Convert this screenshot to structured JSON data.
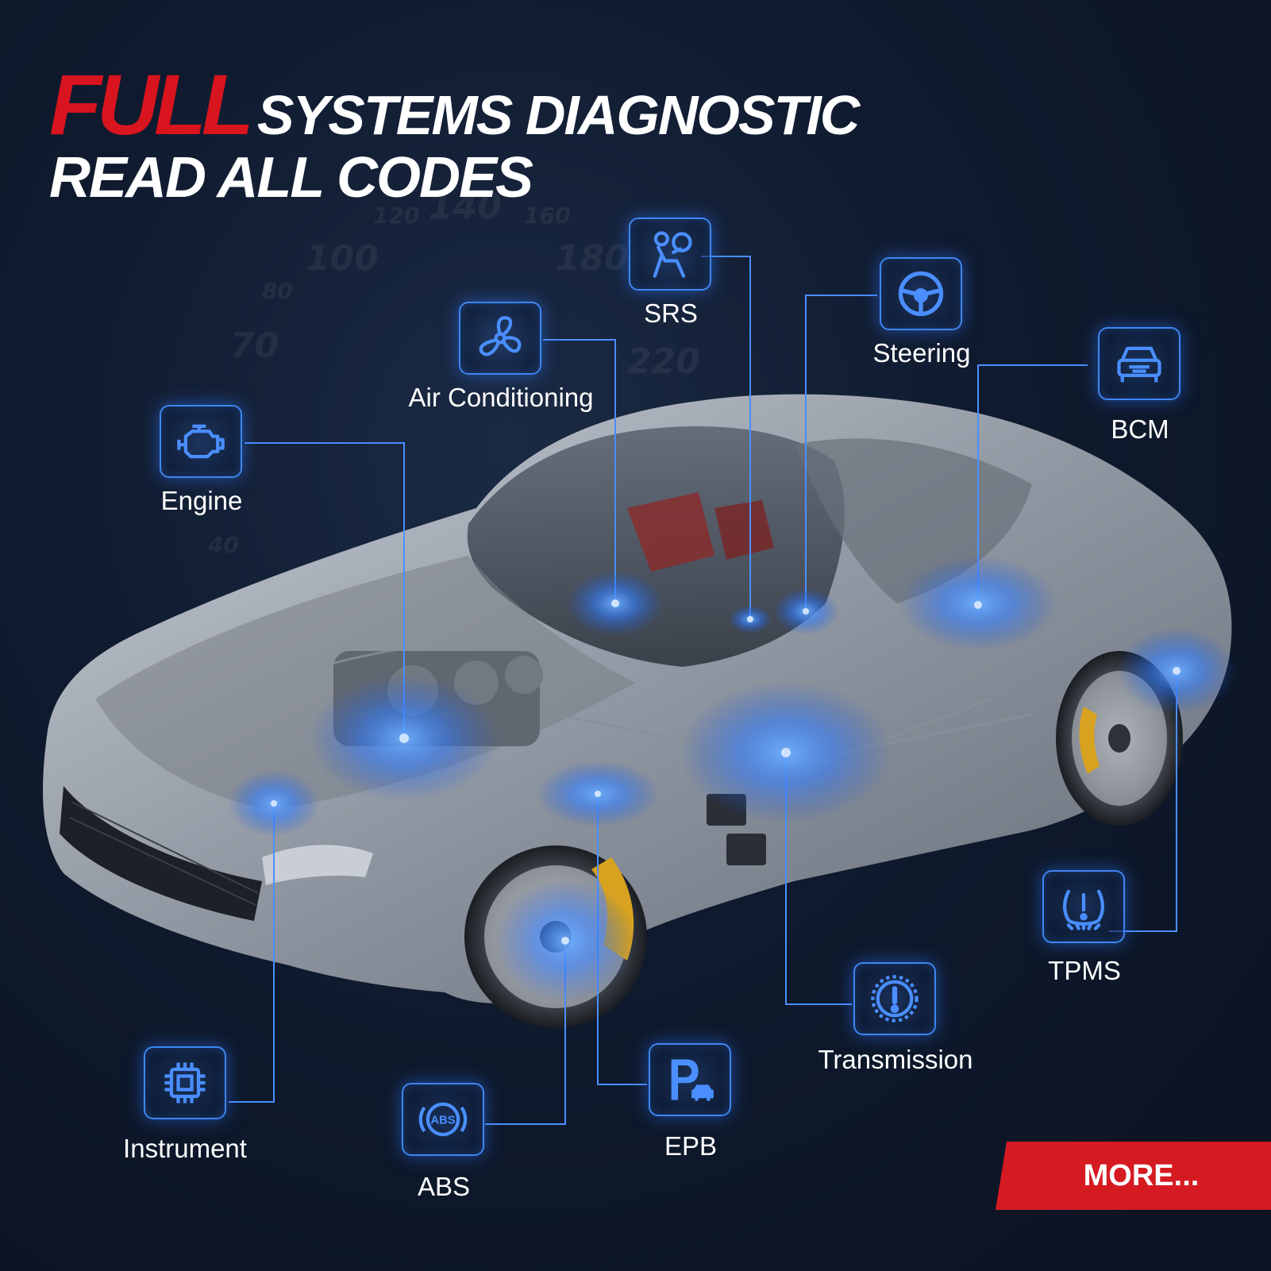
{
  "headline": {
    "accent": "FULL",
    "rest": "SYSTEMS DIAGNOSTIC",
    "second_line": "READ ALL CODES"
  },
  "background_gauge_numbers": [
    "120",
    "140",
    "160",
    "100",
    "180",
    "80",
    "70",
    "220",
    "40"
  ],
  "systems": [
    {
      "id": "srs",
      "label": "SRS",
      "icon": "airbag-icon"
    },
    {
      "id": "air_conditioning",
      "label": "Air Conditioning",
      "icon": "fan-icon"
    },
    {
      "id": "steering",
      "label": "Steering",
      "icon": "steering-wheel-icon"
    },
    {
      "id": "bcm",
      "label": "BCM",
      "icon": "car-body-icon"
    },
    {
      "id": "engine",
      "label": "Engine",
      "icon": "engine-icon"
    },
    {
      "id": "tpms",
      "label": "TPMS",
      "icon": "tire-pressure-icon"
    },
    {
      "id": "transmission",
      "label": "Transmission",
      "icon": "gear-warning-icon"
    },
    {
      "id": "epb",
      "label": "EPB",
      "icon": "parking-brake-icon"
    },
    {
      "id": "abs",
      "label": "ABS",
      "icon": "abs-icon",
      "icon_text": "ABS"
    },
    {
      "id": "instrument",
      "label": "Instrument",
      "icon": "chip-icon"
    }
  ],
  "more_button": {
    "label": "MORE..."
  },
  "colors": {
    "accent_red": "#d8141e",
    "glow_blue": "#3d86f0",
    "background": "#0f1a2e"
  }
}
